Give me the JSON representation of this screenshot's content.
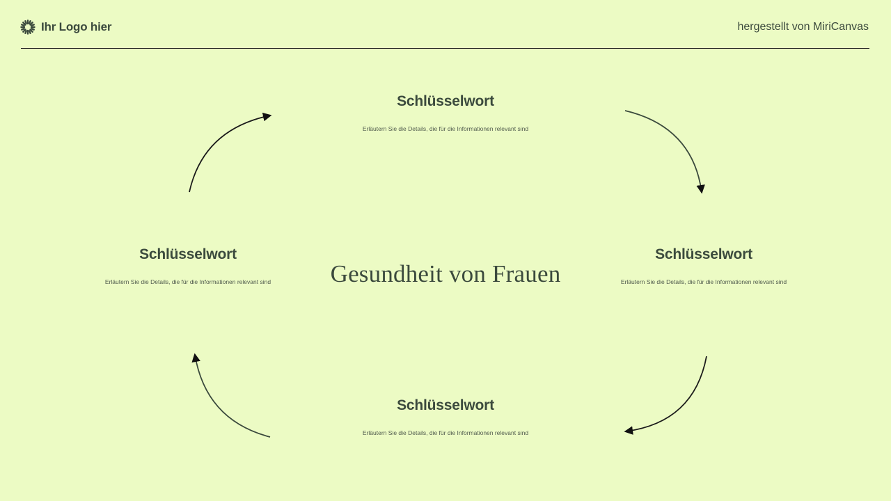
{
  "header": {
    "logo_icon": "burst-loader-icon",
    "logo_text": "Ihr Logo hier",
    "credit": "hergestellt von MiriCanvas"
  },
  "diagram": {
    "type": "cycle",
    "center_title": "Gesundheit von Frauen",
    "nodes": [
      {
        "position": "top",
        "keyword": "Schlüsselwort",
        "description": "Erläutern Sie die Details, die für die Informationen relevant sind"
      },
      {
        "position": "right",
        "keyword": "Schlüsselwort",
        "description": "Erläutern Sie die Details, die für die Informationen relevant sind"
      },
      {
        "position": "bottom",
        "keyword": "Schlüsselwort",
        "description": "Erläutern Sie die Details, die für die Informationen relevant sind"
      },
      {
        "position": "left",
        "keyword": "Schlüsselwort",
        "description": "Erläutern Sie die Details, die für die Informationen relevant sind"
      }
    ],
    "arrows": [
      {
        "from": "left",
        "to": "top",
        "direction": "clockwise"
      },
      {
        "from": "top",
        "to": "right",
        "direction": "clockwise"
      },
      {
        "from": "right",
        "to": "bottom",
        "direction": "clockwise"
      },
      {
        "from": "bottom",
        "to": "left",
        "direction": "clockwise"
      }
    ]
  },
  "colors": {
    "background": "#ecfbc4",
    "text": "#3b4a3d",
    "line": "#1b1b1b"
  }
}
